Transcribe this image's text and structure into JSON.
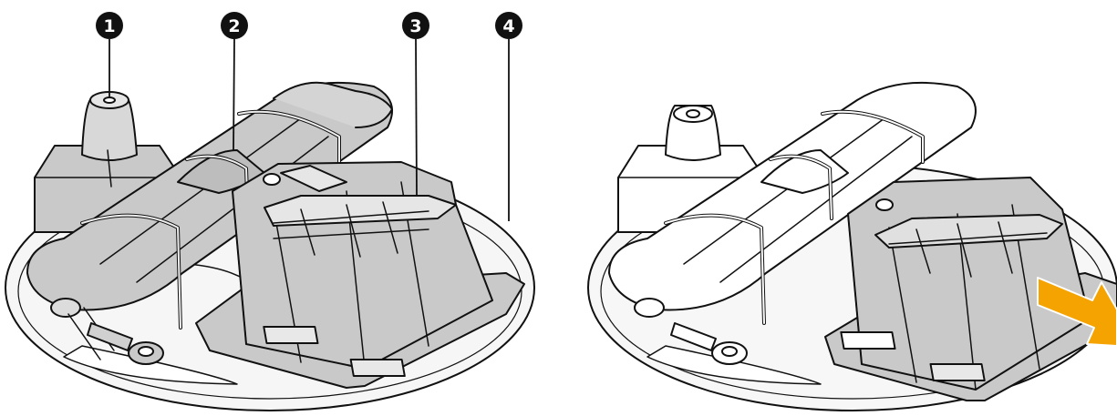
{
  "figure": {
    "callouts": [
      {
        "label": "1",
        "part": "foot-pump"
      },
      {
        "label": "2",
        "part": "car-jack"
      },
      {
        "label": "3",
        "part": "jack-holder-tray"
      },
      {
        "label": "4",
        "part": "storage-tray"
      }
    ],
    "colors": {
      "stroke": "#111111",
      "part_fill": "#c9c9c9",
      "part_fill_light": "#e2e2e2",
      "tray_fill": "#f6f6f6",
      "arrow": "#f5a300",
      "badge": "#111111"
    }
  }
}
